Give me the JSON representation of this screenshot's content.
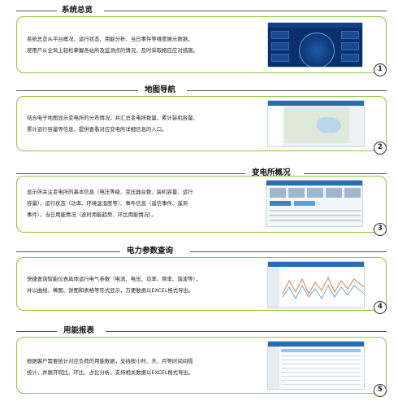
{
  "sections": [
    {
      "title": "系统总览",
      "lines": [
        "系统总览从平台概况、运行状态、用能分析、当日事件等维度展示数据，",
        "使用户从全局上轻松掌握各站所及监测点的情况，及时采取相应应对措施。"
      ],
      "number": "1",
      "thumbnail_icon": "dashboard-screenshot"
    },
    {
      "title": "地图导航",
      "lines": [
        "结合电子地图显示变电所的分布情况，并汇总变电所数量、累计装机容量、",
        "累计运行容量等信息，提供查看对应变电所详细信息的入口。"
      ],
      "number": "2",
      "thumbnail_icon": "map-screenshot"
    },
    {
      "title": "变电所概况",
      "lines": [
        "显示所关注变电所的基本信息（电压等级、变压器台数、装机容量、运行",
        "容量）、运行状态（功率、环境温湿度等）、事件信息（遥信事件、遥测",
        "事件）、当日用能情况（逐时用能趋势、环比用能情况）。"
      ],
      "number": "3",
      "thumbnail_icon": "station-overview-screenshot"
    },
    {
      "title": "电力参数查询",
      "lines": [
        "快捷查询智能仪表具体运行电气参数（电流、电压、功率、频率、谐波等），",
        "并以曲线、棒图、饼图和表格等形式显示，方便数据以EXCEL格式导出。"
      ],
      "number": "4",
      "thumbnail_icon": "parameter-chart-screenshot"
    },
    {
      "title": "用能报表",
      "lines": [
        "根据客户需要统计对应负荷的用能数据，支持按小时、天、月等时间间隔",
        "统计，并展开同比、环比、占比分析，支持相关数据以EXCEL格式导出。"
      ],
      "number": "5",
      "thumbnail_icon": "report-table-screenshot"
    }
  ],
  "colors": {
    "card_border": "#8dc63f",
    "badge_border": "#2a2a2a",
    "title_line": "#555555"
  }
}
